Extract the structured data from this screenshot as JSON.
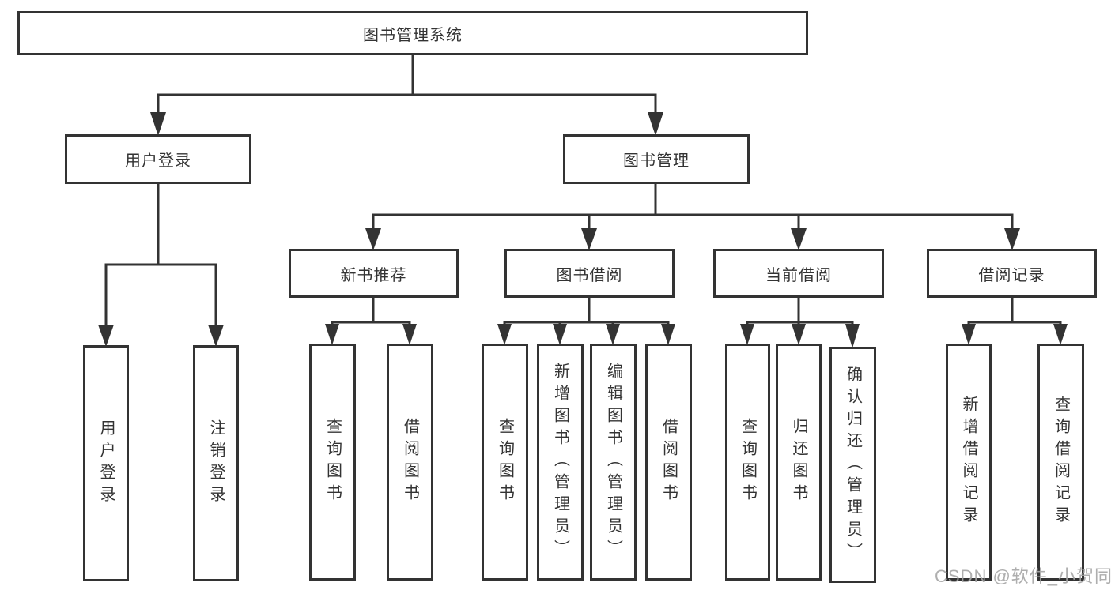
{
  "diagram_type": "hierarchy-tree",
  "colors": {
    "line": "#333333",
    "box_border": "#333333",
    "box_fill": "#ffffff",
    "text": "#333333",
    "watermark": "#a5a5a5",
    "background": "#ffffff"
  },
  "tree": {
    "label": "图书管理系统",
    "children": [
      {
        "label": "用户登录",
        "children": [
          {
            "label": "用户登录"
          },
          {
            "label": "注销登录"
          }
        ]
      },
      {
        "label": "图书管理",
        "children": [
          {
            "label": "新书推荐",
            "children": [
              {
                "label": "查询图书"
              },
              {
                "label": "借阅图书"
              }
            ]
          },
          {
            "label": "图书借阅",
            "children": [
              {
                "label": "查询图书"
              },
              {
                "label": "新增图书（管理员）"
              },
              {
                "label": "编辑图书（管理员）"
              },
              {
                "label": "借阅图书"
              }
            ]
          },
          {
            "label": "当前借阅",
            "children": [
              {
                "label": "查询图书"
              },
              {
                "label": "归还图书"
              },
              {
                "label": "确认归还（管理员）"
              }
            ]
          },
          {
            "label": "借阅记录",
            "children": [
              {
                "label": "新增借阅记录"
              },
              {
                "label": "查询借阅记录"
              }
            ]
          }
        ]
      }
    ]
  },
  "watermark": {
    "text": "CSDN @软件_小贺同学"
  }
}
